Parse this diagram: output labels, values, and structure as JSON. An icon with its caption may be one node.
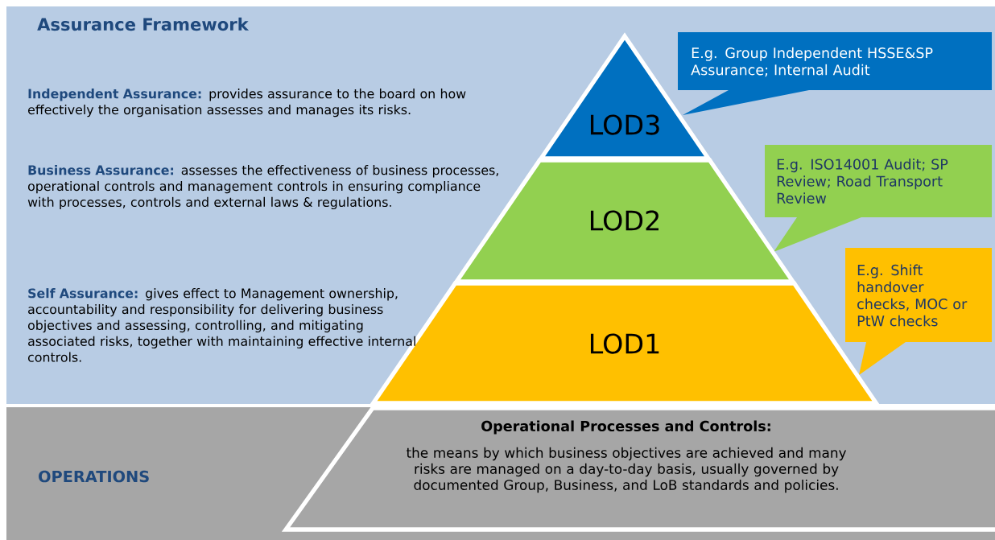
{
  "diagram": {
    "nodes": [
      {
        "text": [
          "Assurance Framework"
        ]
      },
      {
        "text": [
          "E.g. Group Independent HSSE&SP Assurance; Internal Audit"
        ],
        "in": 0
      },
      {
        "text": [
          "LOD3"
        ],
        "in": 0
      },
      {
        "text": [
          "E.g. ISO14001 Audit; SP Review; Road Transport Review"
        ],
        "in": 0
      },
      {
        "text": [
          "LOD2"
        ],
        "in": 0
      },
      {
        "text": [
          "E.g. Shift handover checks, MOC or PtW checks"
        ],
        "in": 0
      },
      {
        "text": [
          "LOD1"
        ],
        "in": 0
      },
      {
        "text": [
          "OPERATIONS"
        ]
      },
      {
        "text": [
          "Operational Processes and Controls:",
          "the means by which business objectives are achieved and many risks are managed on a day-to-day basis, usually governed by documented Group, Business, and LoB standards and policies."
        ],
        "in": 7
      }
    ],
    "labels": [
      "**Independent Assurance:** provides assurance to the board on how effectively the organisation assesses and manages its risks.",
      "**Business Assurance:** assesses the effectiveness of business processes, operational controls and management controls in ensuring compliance with processes, controls and external laws & regulations.",
      "**Self Assurance:** gives effect to Management ownership, accountability and responsibility for delivering business objectives and assessing, controlling, and mitigating associated risks, together with maintaining effective internal controls."
    ]
  }
}
